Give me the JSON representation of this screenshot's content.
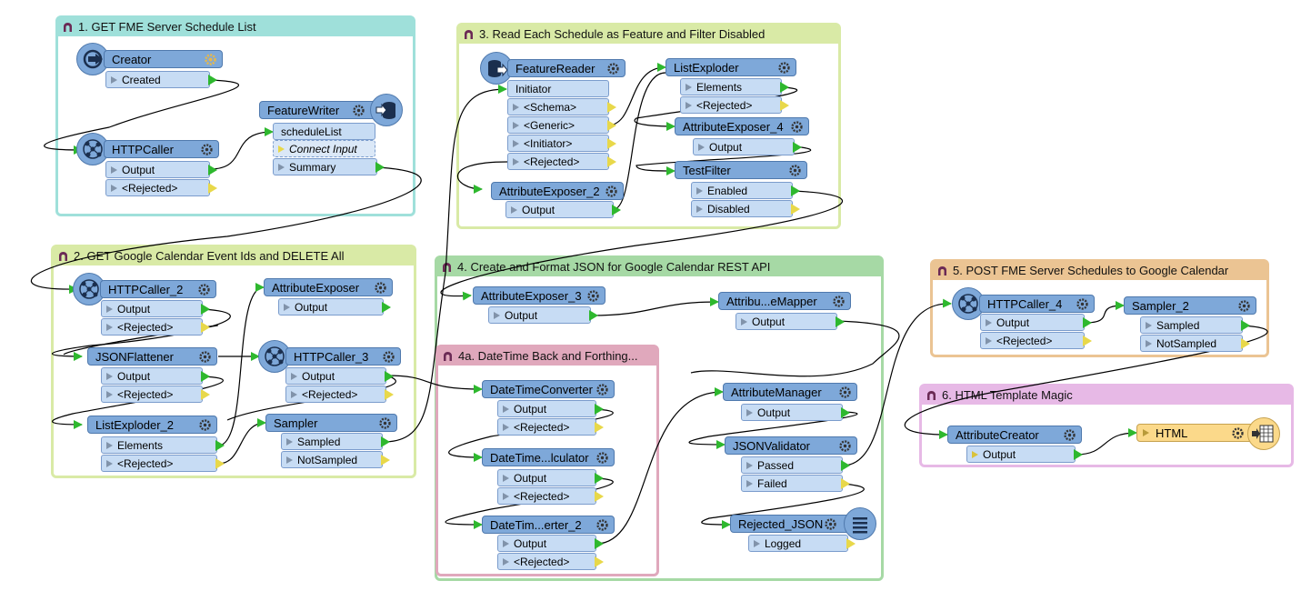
{
  "bookmarks": {
    "b1": "1. GET FME Server Schedule List",
    "b2": "2. GET Google Calendar Event Ids and DELETE All",
    "b3": "3. Read Each Schedule as Feature and Filter Disabled",
    "b4": "4. Create and Format JSON for Google Calendar REST API",
    "b4a": "4a. DateTime Back and Forthing...",
    "b5": "5. POST FME Server Schedules to Google Calendar",
    "b6": "6. HTML Template Magic"
  },
  "transformers": {
    "creator": {
      "name": "Creator",
      "ports": [
        "Created"
      ]
    },
    "httpcaller": {
      "name": "HTTPCaller",
      "ports": [
        "Output",
        "<Rejected>"
      ]
    },
    "featurewriter": {
      "name": "FeatureWriter",
      "ports": [
        "scheduleList",
        "Connect Input",
        "Summary"
      ]
    },
    "featurereader": {
      "name": "FeatureReader",
      "ports": [
        "Initiator",
        "<Schema>",
        "<Generic>",
        "<Initiator>",
        "<Rejected>"
      ]
    },
    "listexploder": {
      "name": "ListExploder",
      "ports": [
        "Elements",
        "<Rejected>"
      ]
    },
    "attrexposer4": {
      "name": "AttributeExposer_4",
      "ports": [
        "Output"
      ]
    },
    "testfilter": {
      "name": "TestFilter",
      "ports": [
        "Enabled",
        "Disabled"
      ]
    },
    "attrexposer2": {
      "name": "AttributeExposer_2",
      "ports": [
        "Output"
      ]
    },
    "httpcaller2": {
      "name": "HTTPCaller_2",
      "ports": [
        "Output",
        "<Rejected>"
      ]
    },
    "attrexposer": {
      "name": "AttributeExposer",
      "ports": [
        "Output"
      ]
    },
    "jsonflattener": {
      "name": "JSONFlattener",
      "ports": [
        "Output",
        "<Rejected>"
      ]
    },
    "httpcaller3": {
      "name": "HTTPCaller_3",
      "ports": [
        "Output",
        "<Rejected>"
      ]
    },
    "listexploder2": {
      "name": "ListExploder_2",
      "ports": [
        "Elements",
        "<Rejected>"
      ]
    },
    "sampler": {
      "name": "Sampler",
      "ports": [
        "Sampled",
        "NotSampled"
      ]
    },
    "attrexposer3": {
      "name": "AttributeExposer_3",
      "ports": [
        "Output"
      ]
    },
    "attrmapper": {
      "name": "Attribu...eMapper",
      "ports": [
        "Output"
      ]
    },
    "dtconverter": {
      "name": "DateTimeConverter",
      "ports": [
        "Output",
        "<Rejected>"
      ]
    },
    "dtcalculator": {
      "name": "DateTime...lculator",
      "ports": [
        "Output",
        "<Rejected>"
      ]
    },
    "dtconverter2": {
      "name": "DateTim...erter_2",
      "ports": [
        "Output",
        "<Rejected>"
      ]
    },
    "attrmanager": {
      "name": "AttributeManager",
      "ports": [
        "Output"
      ]
    },
    "jsonvalidator": {
      "name": "JSONValidator",
      "ports": [
        "Passed",
        "Failed"
      ]
    },
    "rejectedjson": {
      "name": "Rejected_JSON",
      "ports": [
        "Logged"
      ]
    },
    "httpcaller4": {
      "name": "HTTPCaller_4",
      "ports": [
        "Output",
        "<Rejected>"
      ]
    },
    "sampler2": {
      "name": "Sampler_2",
      "ports": [
        "Sampled",
        "NotSampled"
      ]
    },
    "attrcreator": {
      "name": "AttributeCreator",
      "ports": [
        "Output"
      ]
    },
    "html": {
      "name": "HTML",
      "ports": []
    }
  },
  "colors": {
    "transformer": "#7ea8d9",
    "port": "#c7dcf4",
    "writer_feature_type": "#fbd98a",
    "link": "#000000",
    "output_arrow": "#2eb82e",
    "rejected_arrow": "#e8d84a"
  }
}
